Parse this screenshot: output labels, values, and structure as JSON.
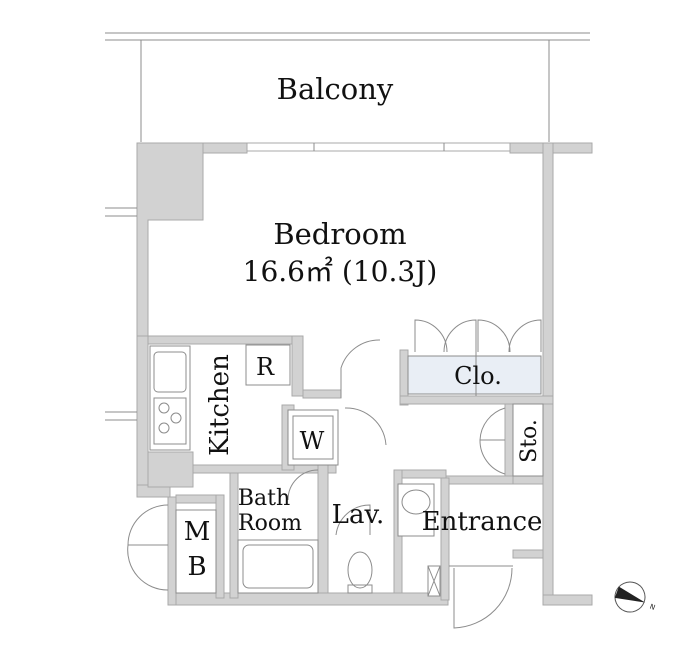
{
  "rooms": {
    "balcony": "Balcony",
    "bedroom": "Bedroom",
    "bedroom_area": "16.6㎡ (10.3J)",
    "closet": "Clo.",
    "storage": "Sto.",
    "kitchen": "Kitchen",
    "refrigerator": "R",
    "washer": "W",
    "bath_line1": "Bath",
    "bath_line2": "Room",
    "lavatory": "Lav.",
    "entrance": "Entrance",
    "mb_line1": "M",
    "mb_line2": "B"
  },
  "colors": {
    "wall_fill": "#d2d2d2",
    "wall_stroke": "#a9a9a9",
    "closet_fill": "#e9eef5",
    "line": "#8c8c8c"
  },
  "icons": {
    "compass": "north-arrow-icon"
  }
}
